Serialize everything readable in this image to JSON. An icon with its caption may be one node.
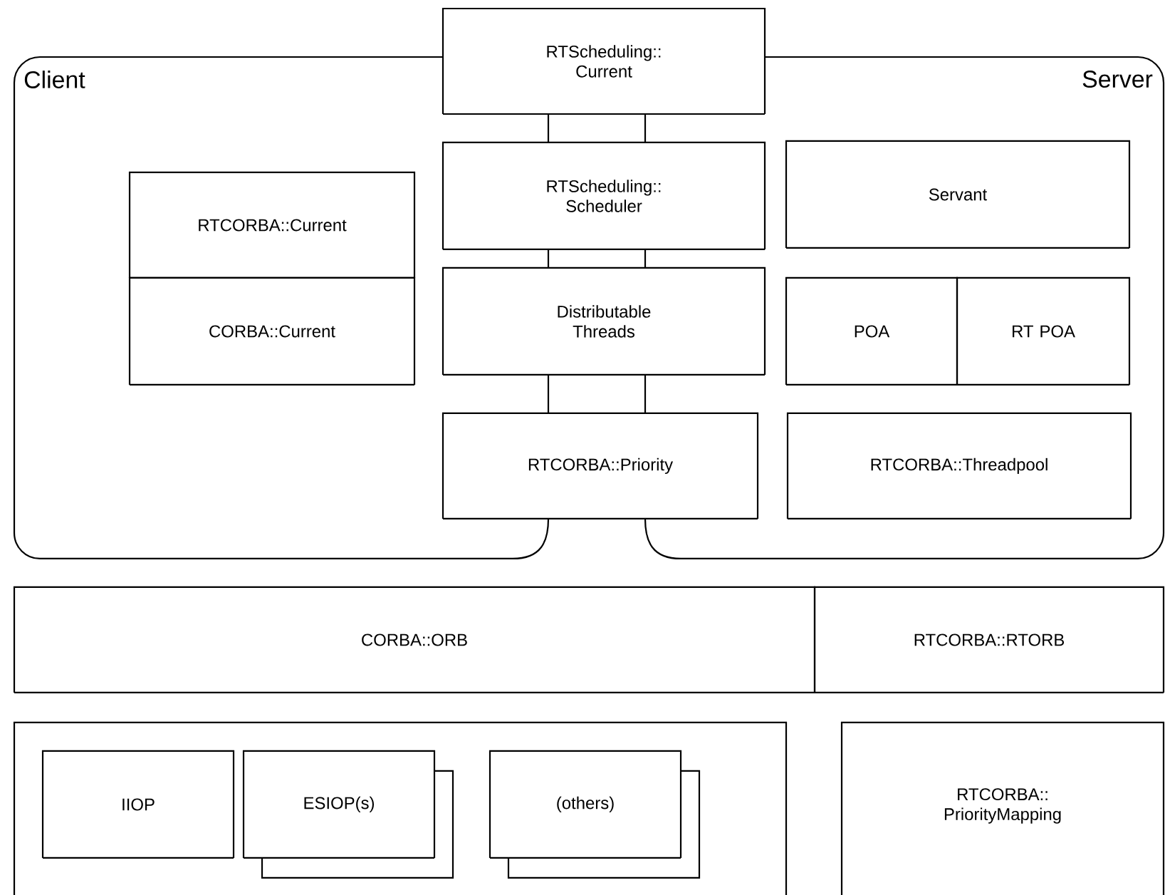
{
  "diagram": {
    "nodes": [
      {
        "text": [
          "Client"
        ]
      },
      {
        "text": [
          "Server"
        ]
      },
      {
        "text": [
          "RTScheduling:: Current"
        ]
      },
      {
        "text": [
          "RTScheduling:: Scheduler"
        ]
      },
      {
        "text": [
          "Distributable Threads"
        ]
      },
      {
        "text": [
          "RTCORBA::Priority"
        ]
      },
      {
        "text": [
          "RTCORBA::Current"
        ],
        "in": 0
      },
      {
        "text": [
          "CORBA::Current"
        ],
        "in": 0
      },
      {
        "text": [
          "Servant"
        ],
        "in": 1
      },
      {
        "text": [
          "POA"
        ],
        "in": 1
      },
      {
        "text": [
          "RT POA"
        ],
        "in": 1
      },
      {
        "text": [
          "RTCORBA::Threadpool"
        ],
        "in": 1
      },
      {
        "text": [
          "CORBA::ORB"
        ]
      },
      {
        "text": [
          "RTCORBA::RTORB"
        ]
      },
      {
        "text": [],
        "shape": "box"
      },
      {
        "text": [
          "IIOP"
        ],
        "in": 14
      },
      {
        "text": [
          "ESIOP(s)"
        ],
        "in": 14
      },
      {
        "text": [
          "(others)"
        ],
        "in": 14
      },
      {
        "text": [
          "RTCORBA:: PriorityMapping"
        ]
      }
    ]
  }
}
